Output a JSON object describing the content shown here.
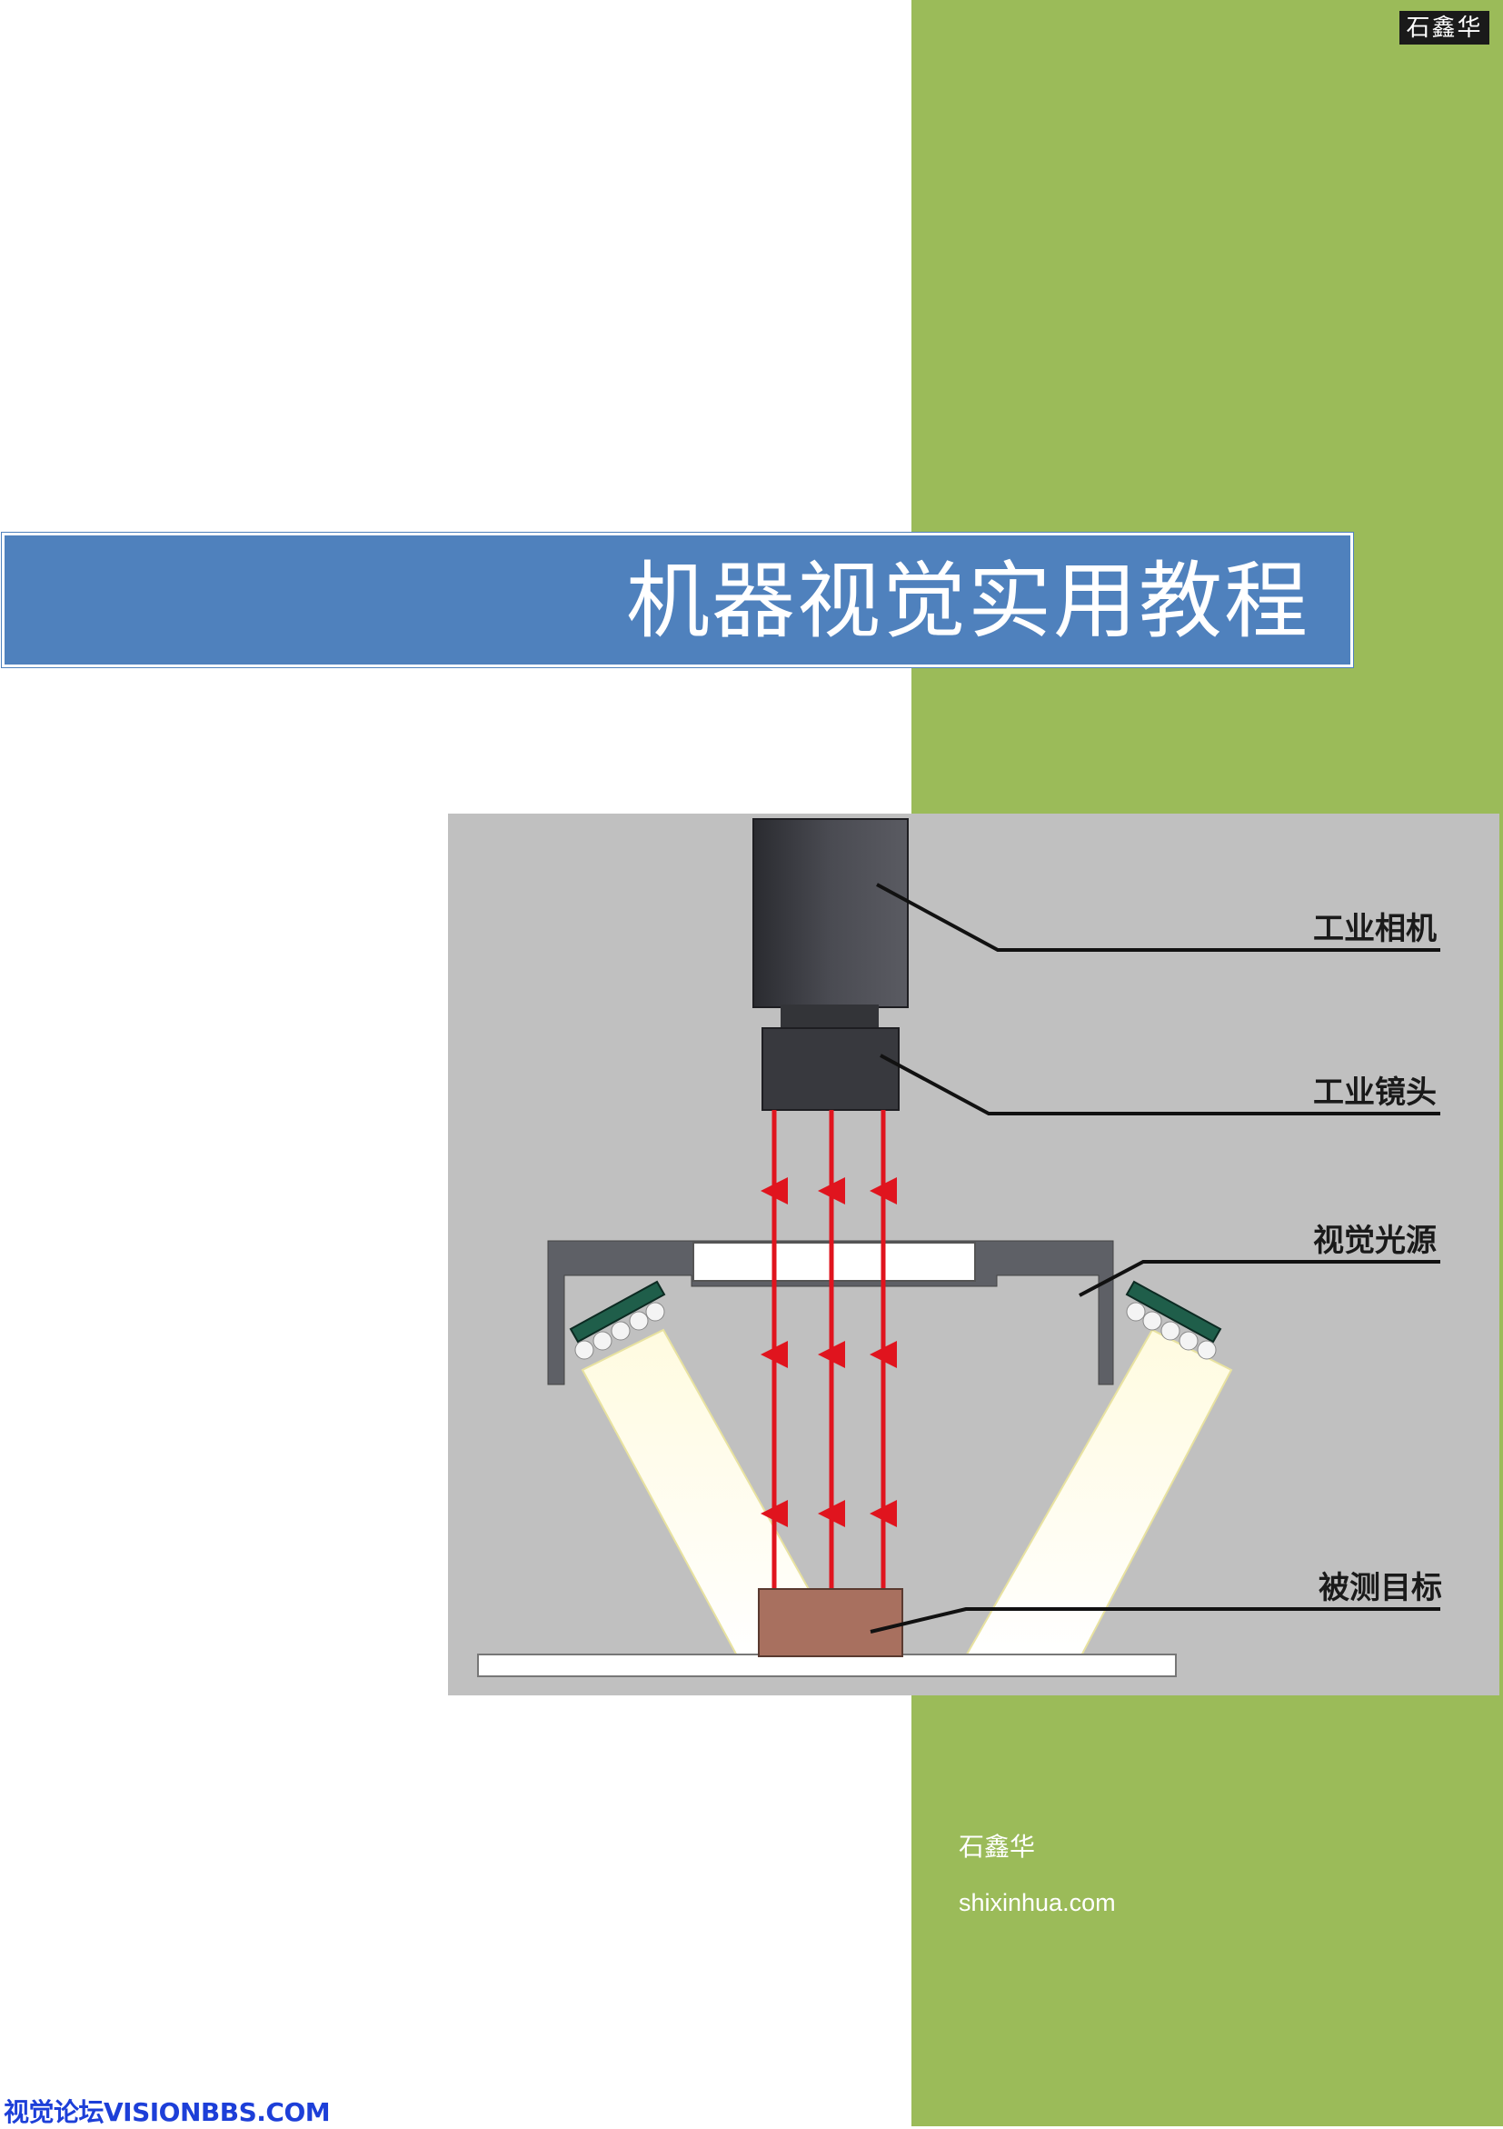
{
  "cover": {
    "seal_text": "石鑫华",
    "title": "机器视觉实用教程",
    "author": "石鑫华",
    "website": "shixinhua.com",
    "forum_watermark": "视觉论坛VISIONBBS.COM"
  },
  "diagram": {
    "labels": {
      "camera": "工业相机",
      "lens": "工业镜头",
      "light": "视觉光源",
      "target": "被测目标"
    }
  },
  "colors": {
    "green_band": "#9bbb59",
    "title_bar": "#4f81bd",
    "figure_bg": "#c0c0c0",
    "ray": "#e0141e",
    "target": "#a8705f",
    "watermark": "#1d3fd8"
  }
}
